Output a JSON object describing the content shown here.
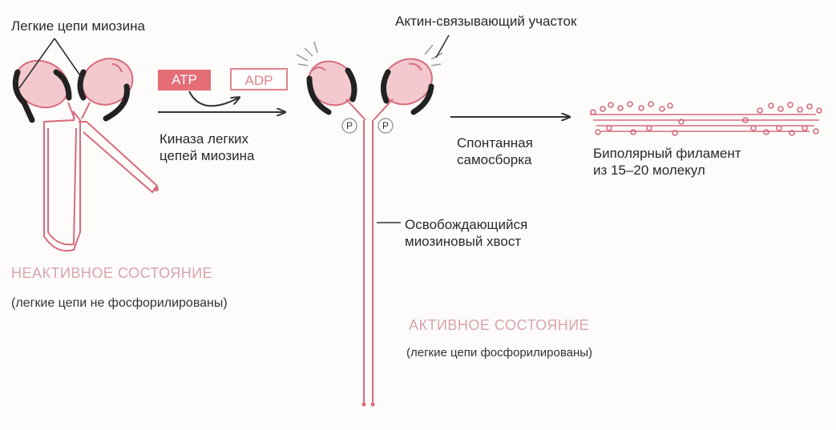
{
  "labels": {
    "light_chains": "Легкие цепи миозина",
    "actin_site": "Актин-связывающий  участок",
    "atp": "ATP",
    "adp": "ADP",
    "kinase_line1": "Киназа легких",
    "kinase_line2": "цепей миозина",
    "spontaneous_line1": "Спонтанная",
    "spontaneous_line2": "самосборка",
    "bipolar_line1": "Биполярный филамент",
    "bipolar_line2": "из 15–20 молекул",
    "tail_line1": "Освобождающийся",
    "tail_line2": "миозиновый хвост",
    "phospho_mark": "P"
  },
  "inactive": {
    "title": "НЕАКТИВНОЕ СОСТОЯНИЕ",
    "subtitle": "(легкие цепи не фосфорилированы)"
  },
  "active": {
    "title": "АКТИВНОЕ СОСТОЯНИЕ",
    "subtitle": "(легкие цепи фосфорилированы)"
  },
  "colors": {
    "head_fill": "#f3c9cf",
    "outline": "#d66c7c",
    "light_chain": "#222222",
    "atp_box": "#e46d76"
  }
}
